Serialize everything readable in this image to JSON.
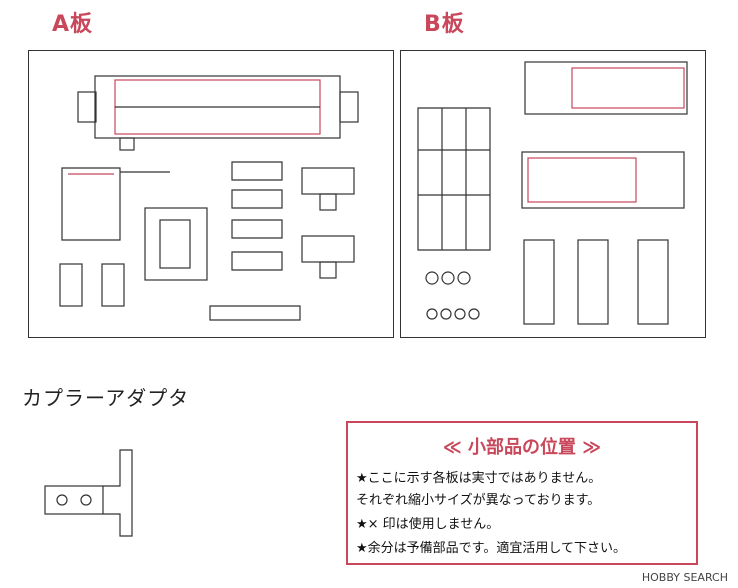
{
  "sheets": {
    "a_title": "A板",
    "b_title": "B板"
  },
  "adapter": {
    "label": "カプラーアダプタ"
  },
  "note": {
    "title": "≪ 小部品の位置 ≫",
    "lines": [
      "★ここに示す各板は実寸ではありません。",
      "それぞれ縮小サイズが異なっております。",
      "★× 印は使用しません。",
      "★余分は予備部品です。適宜活用して下さい。"
    ]
  },
  "watermark": "HOBBY SEARCH",
  "colors": {
    "accent": "#c8475a",
    "line": "#333333"
  }
}
